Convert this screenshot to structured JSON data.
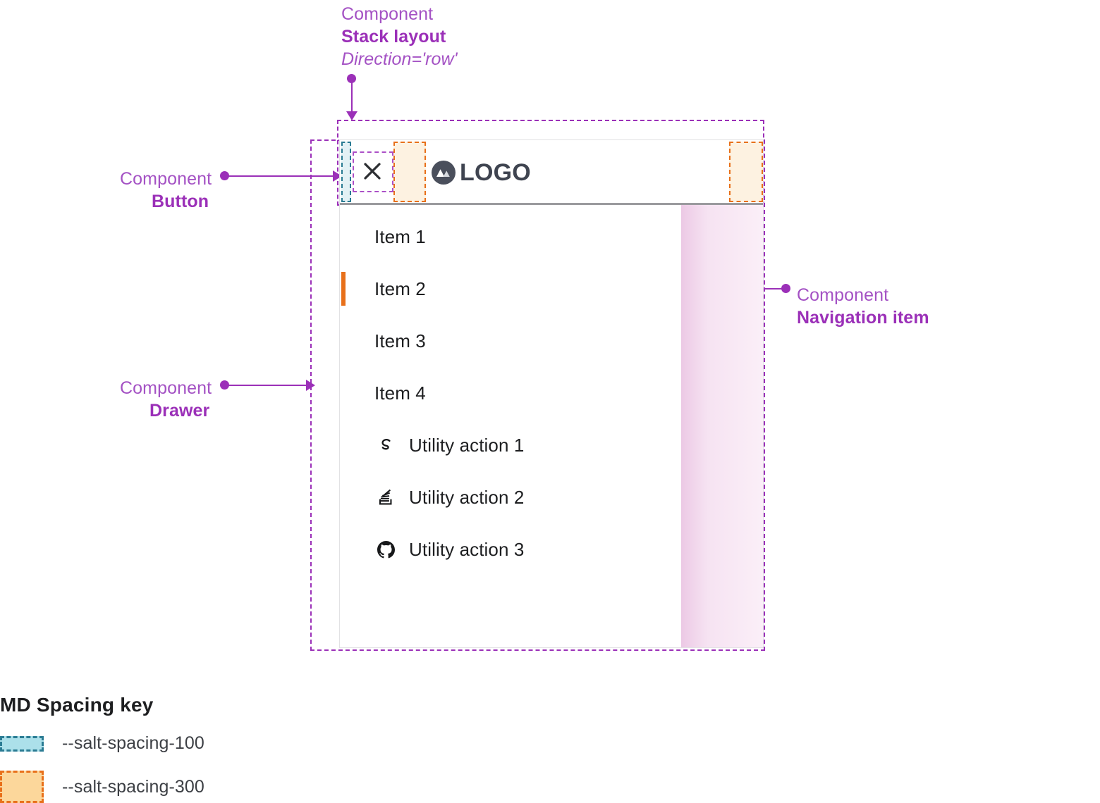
{
  "annotations": {
    "stack_layout": {
      "kind": "Component",
      "name": "Stack layout",
      "detail": "Direction='row'"
    },
    "button": {
      "kind": "Component",
      "name": "Button"
    },
    "drawer": {
      "kind": "Component",
      "name": "Drawer"
    },
    "navigation_item": {
      "kind": "Component",
      "name": "Navigation item"
    }
  },
  "drawer": {
    "header": {
      "close_label": "Close",
      "close_icon": "close-icon",
      "logo_icon": "mountain-logo-icon",
      "logo_text": "LOGO"
    },
    "nav_items": [
      {
        "label": "Item 1",
        "active": false
      },
      {
        "label": "Item 2",
        "active": true
      },
      {
        "label": "Item 3",
        "active": false
      },
      {
        "label": "Item 4",
        "active": false
      }
    ],
    "utility_actions": [
      {
        "label": "Utility action 1",
        "icon": "salt-logo-icon"
      },
      {
        "label": "Utility action 2",
        "icon": "stack-overflow-icon"
      },
      {
        "label": "Utility action 3",
        "icon": "github-icon"
      }
    ]
  },
  "spacing_key": {
    "title": "MD Spacing key",
    "entries": [
      {
        "token": "--salt-spacing-100",
        "swatch_fill": "#ace0ea",
        "swatch_border": "#2a7b93"
      },
      {
        "token": "--salt-spacing-300",
        "swatch_fill": "#fcd79b",
        "swatch_border": "#e8701a"
      }
    ]
  },
  "colors": {
    "annotation_light": "#a452c4",
    "annotation_bold": "#9b30b8",
    "active_indicator": "#e8701a",
    "spacing_100_fill": "#e3f1f5",
    "spacing_100_border": "#2a7b93",
    "spacing_300_fill": "#fdf2e1",
    "spacing_300_border": "#e8701a",
    "logo_mark": "#4a4f5c",
    "surface": "#ffffff",
    "text": "#1d1e20"
  }
}
